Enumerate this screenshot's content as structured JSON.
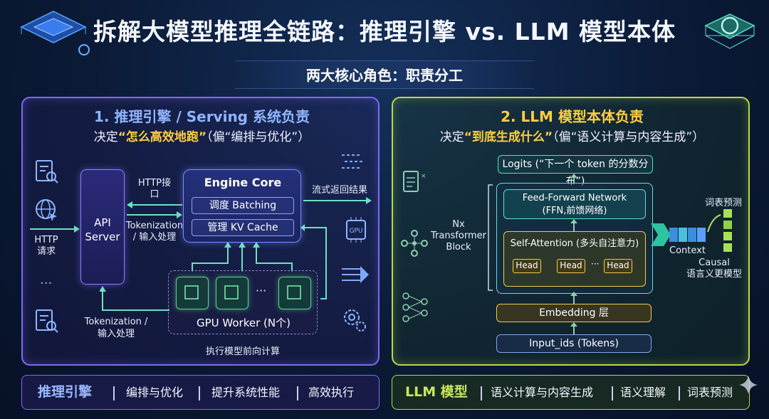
{
  "title": "拆解大模型推理全链路：推理引擎 vs. LLM 模型本体",
  "subtitle": "两大核心角色：职责分工",
  "left_panel": {
    "heading": "1. 推理引擎 / Serving 系统负责",
    "desc_prefix": "决定",
    "desc_highlight": "“怎么高效地跑”",
    "desc_suffix": "（偏“编排与优化”）",
    "http_request": [
      "HTTP",
      "请求"
    ],
    "api_server": [
      "API",
      "Server"
    ],
    "http_interface": [
      "HTTP接",
      "口"
    ],
    "tokenization_mid": [
      "Tokenization",
      "/ 输入处理"
    ],
    "engine_title": "Engine Core",
    "engine_items": [
      "调度 Batching",
      "管理 KV Cache"
    ],
    "stream_return": "流式返回结果",
    "gpu_worker": "GPU Worker (N个)",
    "tokenization_bottom": [
      "Tokenization /",
      "输入处理"
    ],
    "forward_compute": "执行模型前向计算",
    "gpu_label": "GPU",
    "ellipsis": "···"
  },
  "right_panel": {
    "heading": "2. LLM 模型本体负责",
    "desc_prefix": "决定",
    "desc_highlight": "“到底生成什么”",
    "desc_suffix": "（偏“语义计算与内容生成”）",
    "logits": "Logits (“下一个 token 的分数分布”)",
    "nx_block": [
      "Nx",
      "Transformer",
      "Block"
    ],
    "ffn": [
      "Feed-Forward Network",
      "(FFN,前馈网络)"
    ],
    "self_attention": "Self-Attention (多头自注意力)",
    "head": "Head",
    "embedding": "Embedding 层",
    "input_ids": "Input_ids (Tokens)",
    "context": "Context",
    "vocab_predict": "词表预测",
    "causal": [
      "Causal",
      "语言义更模型"
    ]
  },
  "footer_left": {
    "title": "推理引擎",
    "items": [
      "编排与优化",
      "提升系统性能",
      "高效执行"
    ]
  },
  "footer_right": {
    "title": "LLM 模型",
    "items": [
      "语义计算与内容生成",
      "语义理解",
      "词表预测"
    ]
  },
  "colors": {
    "left_accent": "#7b6cf0",
    "right_accent": "#b8d84a",
    "highlight": "#ffcf3e",
    "left_heading": "#8fb6ff",
    "right_heading": "#ffcf3e"
  }
}
